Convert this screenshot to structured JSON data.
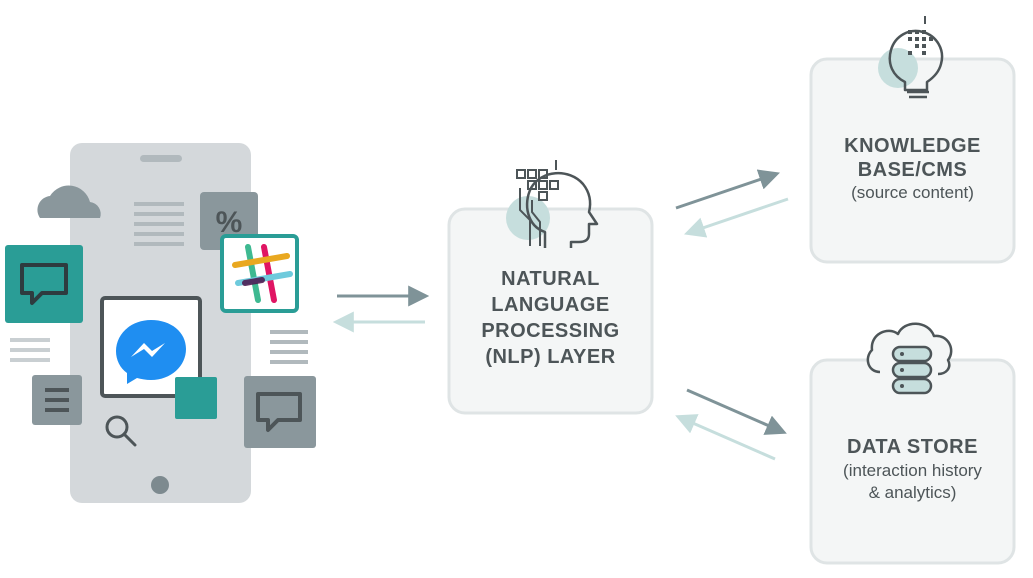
{
  "nlp_box": {
    "line1": "NATURAL",
    "line2": "LANGUAGE",
    "line3": "PROCESSING",
    "line4": "(NLP) LAYER"
  },
  "knowledge_box": {
    "line1": "KNOWLEDGE",
    "line2": "BASE/CMS",
    "subtitle": "(source content)"
  },
  "datastore_box": {
    "line1": "DATA STORE",
    "subtitle1": "(interaction history",
    "subtitle2": "& analytics)"
  },
  "icons": {
    "percent_symbol": "%"
  },
  "colors": {
    "box_fill": "#f4f6f6",
    "box_stroke": "#dfe4e5",
    "arrow_dark": "#7f9398",
    "arrow_light": "#c6dedd",
    "teal": "#2a9d96",
    "phone_gray": "#d4d8db",
    "icon_gray": "#8a979c",
    "messenger_blue": "#1f8ef1",
    "text_dark": "#4d5558"
  }
}
